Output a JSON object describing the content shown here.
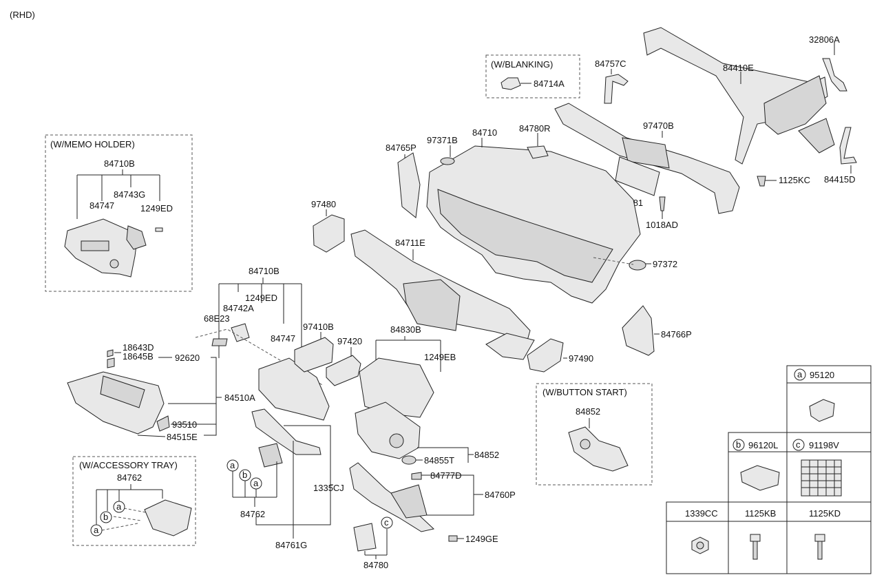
{
  "header": {
    "region": "(RHD)"
  },
  "insets": {
    "blanking": "(W/BLANKING)",
    "memo": "(W/MEMO HOLDER)",
    "accessory": "(W/ACCESSORY TRAY)",
    "button_start": "(W/BUTTON START)"
  },
  "labels": {
    "p32806A": "32806A",
    "p84410E": "84410E",
    "p84757C": "84757C",
    "p84714A": "84714A",
    "p97470B": "97470B",
    "p84780R": "84780R",
    "p84710": "84710",
    "p97371B": "97371B",
    "p84765P": "84765P",
    "p1125KC": "1125KC",
    "p84415D": "84415D",
    "p64881": "64881",
    "p1018AD": "1018AD",
    "p97480": "97480",
    "p84711E": "84711E",
    "p97372": "97372",
    "p84766P": "84766P",
    "p84710B_memo": "84710B",
    "p84743G": "84743G",
    "p84747_memo": "84747",
    "p1249ED_memo": "1249ED",
    "p84710B": "84710B",
    "p1249ED": "1249ED",
    "p84742A": "84742A",
    "p68E23": "68E23",
    "p84747": "84747",
    "p97410B": "97410B",
    "p97420": "97420",
    "p84830B": "84830B",
    "p1249EB": "1249EB",
    "p97490": "97490",
    "p18643D": "18643D",
    "p18645B": "18645B",
    "p92620": "92620",
    "p84510A": "84510A",
    "p93510": "93510",
    "p84515E": "84515E",
    "p84852": "84852",
    "p84855T": "84855T",
    "p84852_btn": "84852",
    "p84777D": "84777D",
    "p84760P": "84760P",
    "p1249GE": "1249GE",
    "p84780": "84780",
    "p1335CJ": "1335CJ",
    "p84762": "84762",
    "p84762_acc": "84762",
    "p84761G": "84761G"
  },
  "letters": {
    "a": "a",
    "b": "b",
    "c": "c"
  },
  "legend": {
    "a_code": "95120",
    "b_code": "96120L",
    "c_code": "91198V",
    "c1": "1339CC",
    "c2": "1125KB",
    "c3": "1125KD"
  }
}
